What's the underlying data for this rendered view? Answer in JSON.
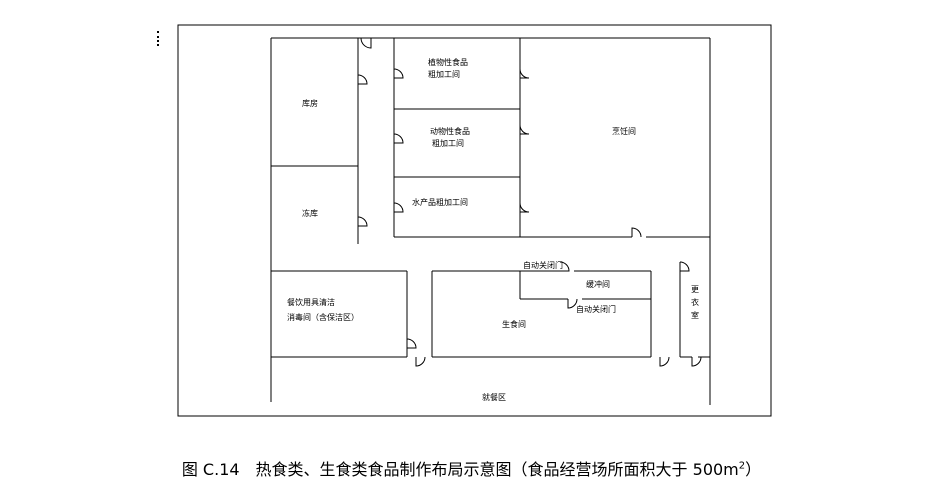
{
  "rooms": {
    "storeroom": "库房",
    "plant_processing_1": "植物性食品",
    "plant_processing_2": "粗加工间",
    "animal_processing_1": "动物性食品",
    "animal_processing_2": "粗加工间",
    "aquatic_processing": "水产品粗加工间",
    "cooking": "烹饪间",
    "freezer": "冻库",
    "tableware_1": "餐饮用具清洁",
    "tableware_2": "消毒间（含保洁区）",
    "auto_door_1": "自动关闭门",
    "buffer": "缓冲间",
    "auto_door_2": "自动关闭门",
    "raw_food": "生食间",
    "changing_1": "更",
    "changing_2": "衣",
    "changing_3": "室",
    "dining": "就餐区"
  },
  "caption": {
    "prefix": "图 C.14　热食类、生食类食品制作布局示意图（食品经营场所面积大于 500m",
    "sup": "2",
    "suffix": "）"
  }
}
